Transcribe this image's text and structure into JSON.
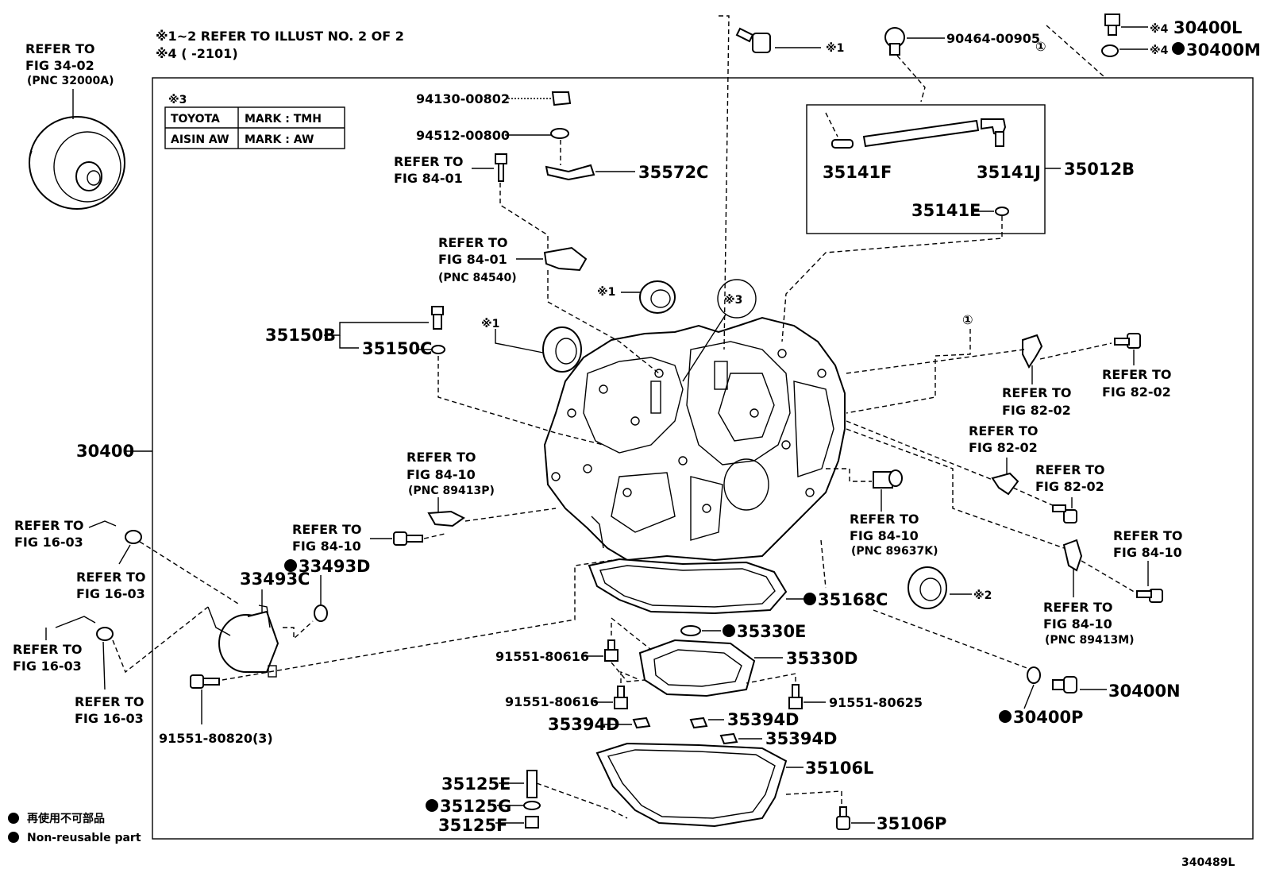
{
  "header": {
    "note_1": "※1~2 REFER TO ILLUST NO. 2 OF 2",
    "note_2": "※4 (      -2101)"
  },
  "mark_table": {
    "ref_mark": "※3",
    "rows": [
      {
        "maker": "TOYOTA",
        "mark": "MARK : TMH"
      },
      {
        "maker": "AISIN AW",
        "mark": "MARK : AW"
      }
    ]
  },
  "refs": {
    "tc_1": "REFER TO",
    "tc_2": "FIG 34-02",
    "tc_3": "(PNC 32000A)",
    "r8401a_1": "REFER TO",
    "r8401a_2": "FIG 84-01",
    "r8401b_1": "REFER TO",
    "r8401b_2": "FIG 84-01",
    "r8401b_3": "(PNC 84540)",
    "r8410a_1": "REFER TO",
    "r8410a_2": "FIG 84-10",
    "r8410a_3": "(PNC 89413P)",
    "r8410b_1": "REFER TO",
    "r8410b_2": "FIG 84-10",
    "r8410c_1": "REFER TO",
    "r8410c_2": "FIG 84-10",
    "r8410c_3": "(PNC 89637K)",
    "r8410d_1": "REFER TO",
    "r8410d_2": "FIG 84-10",
    "r8410e_1": "REFER TO",
    "r8410e_2": "FIG 84-10",
    "r8410e_3": "(PNC 89413M)",
    "r8202a_1": "REFER TO",
    "r8202a_2": "FIG 82-02",
    "r8202b_1": "REFER TO",
    "r8202b_2": "FIG 82-02",
    "r8202c_1": "REFER TO",
    "r8202c_2": "FIG 82-02",
    "r8202d_1": "REFER TO",
    "r8202d_2": "FIG 82-02",
    "r1603a_1": "REFER TO",
    "r1603a_2": "FIG 16-03",
    "r1603b_1": "REFER TO",
    "r1603b_2": "FIG 16-03",
    "r1603c_1": "REFER TO",
    "r1603c_2": "FIG 16-03",
    "r1603d_1": "REFER TO",
    "r1603d_2": "FIG 16-03"
  },
  "parts": {
    "p30400": "30400",
    "p30400L": "30400L",
    "p30400M": "30400M",
    "p30400N": "30400N",
    "p30400P": "30400P",
    "p90464": "90464-00905",
    "p94130": "94130-00802",
    "p94512": "94512-00800",
    "p35572C": "35572C",
    "p35141F": "35141F",
    "p35141J": "35141J",
    "p35012B": "35012B",
    "p35141E": "35141E",
    "p35150B": "35150B",
    "p35150C": "35150C",
    "p33493C": "33493C",
    "p33493D": "33493D",
    "p35168C": "35168C",
    "p35330E": "35330E",
    "p35330D": "35330D",
    "p91551_80616a": "91551-80616",
    "p91551_80616b": "91551-80616",
    "p91551_80625": "91551-80625",
    "p91551_80820": "91551-80820(3)",
    "p35394D_a": "35394D",
    "p35394D_b": "35394D",
    "p35394D_c": "35394D",
    "p35106L": "35106L",
    "p35106P": "35106P",
    "p35125E": "35125E",
    "p35125G": "35125G",
    "p35125F": "35125F"
  },
  "markers": {
    "x1": "※1",
    "x2": "※2",
    "x3": "※3",
    "x4": "※4",
    "circ1": "①"
  },
  "legend": {
    "jp": "再使用不可部品",
    "en": "Non-reusable part"
  },
  "illustration_no": "340489L"
}
